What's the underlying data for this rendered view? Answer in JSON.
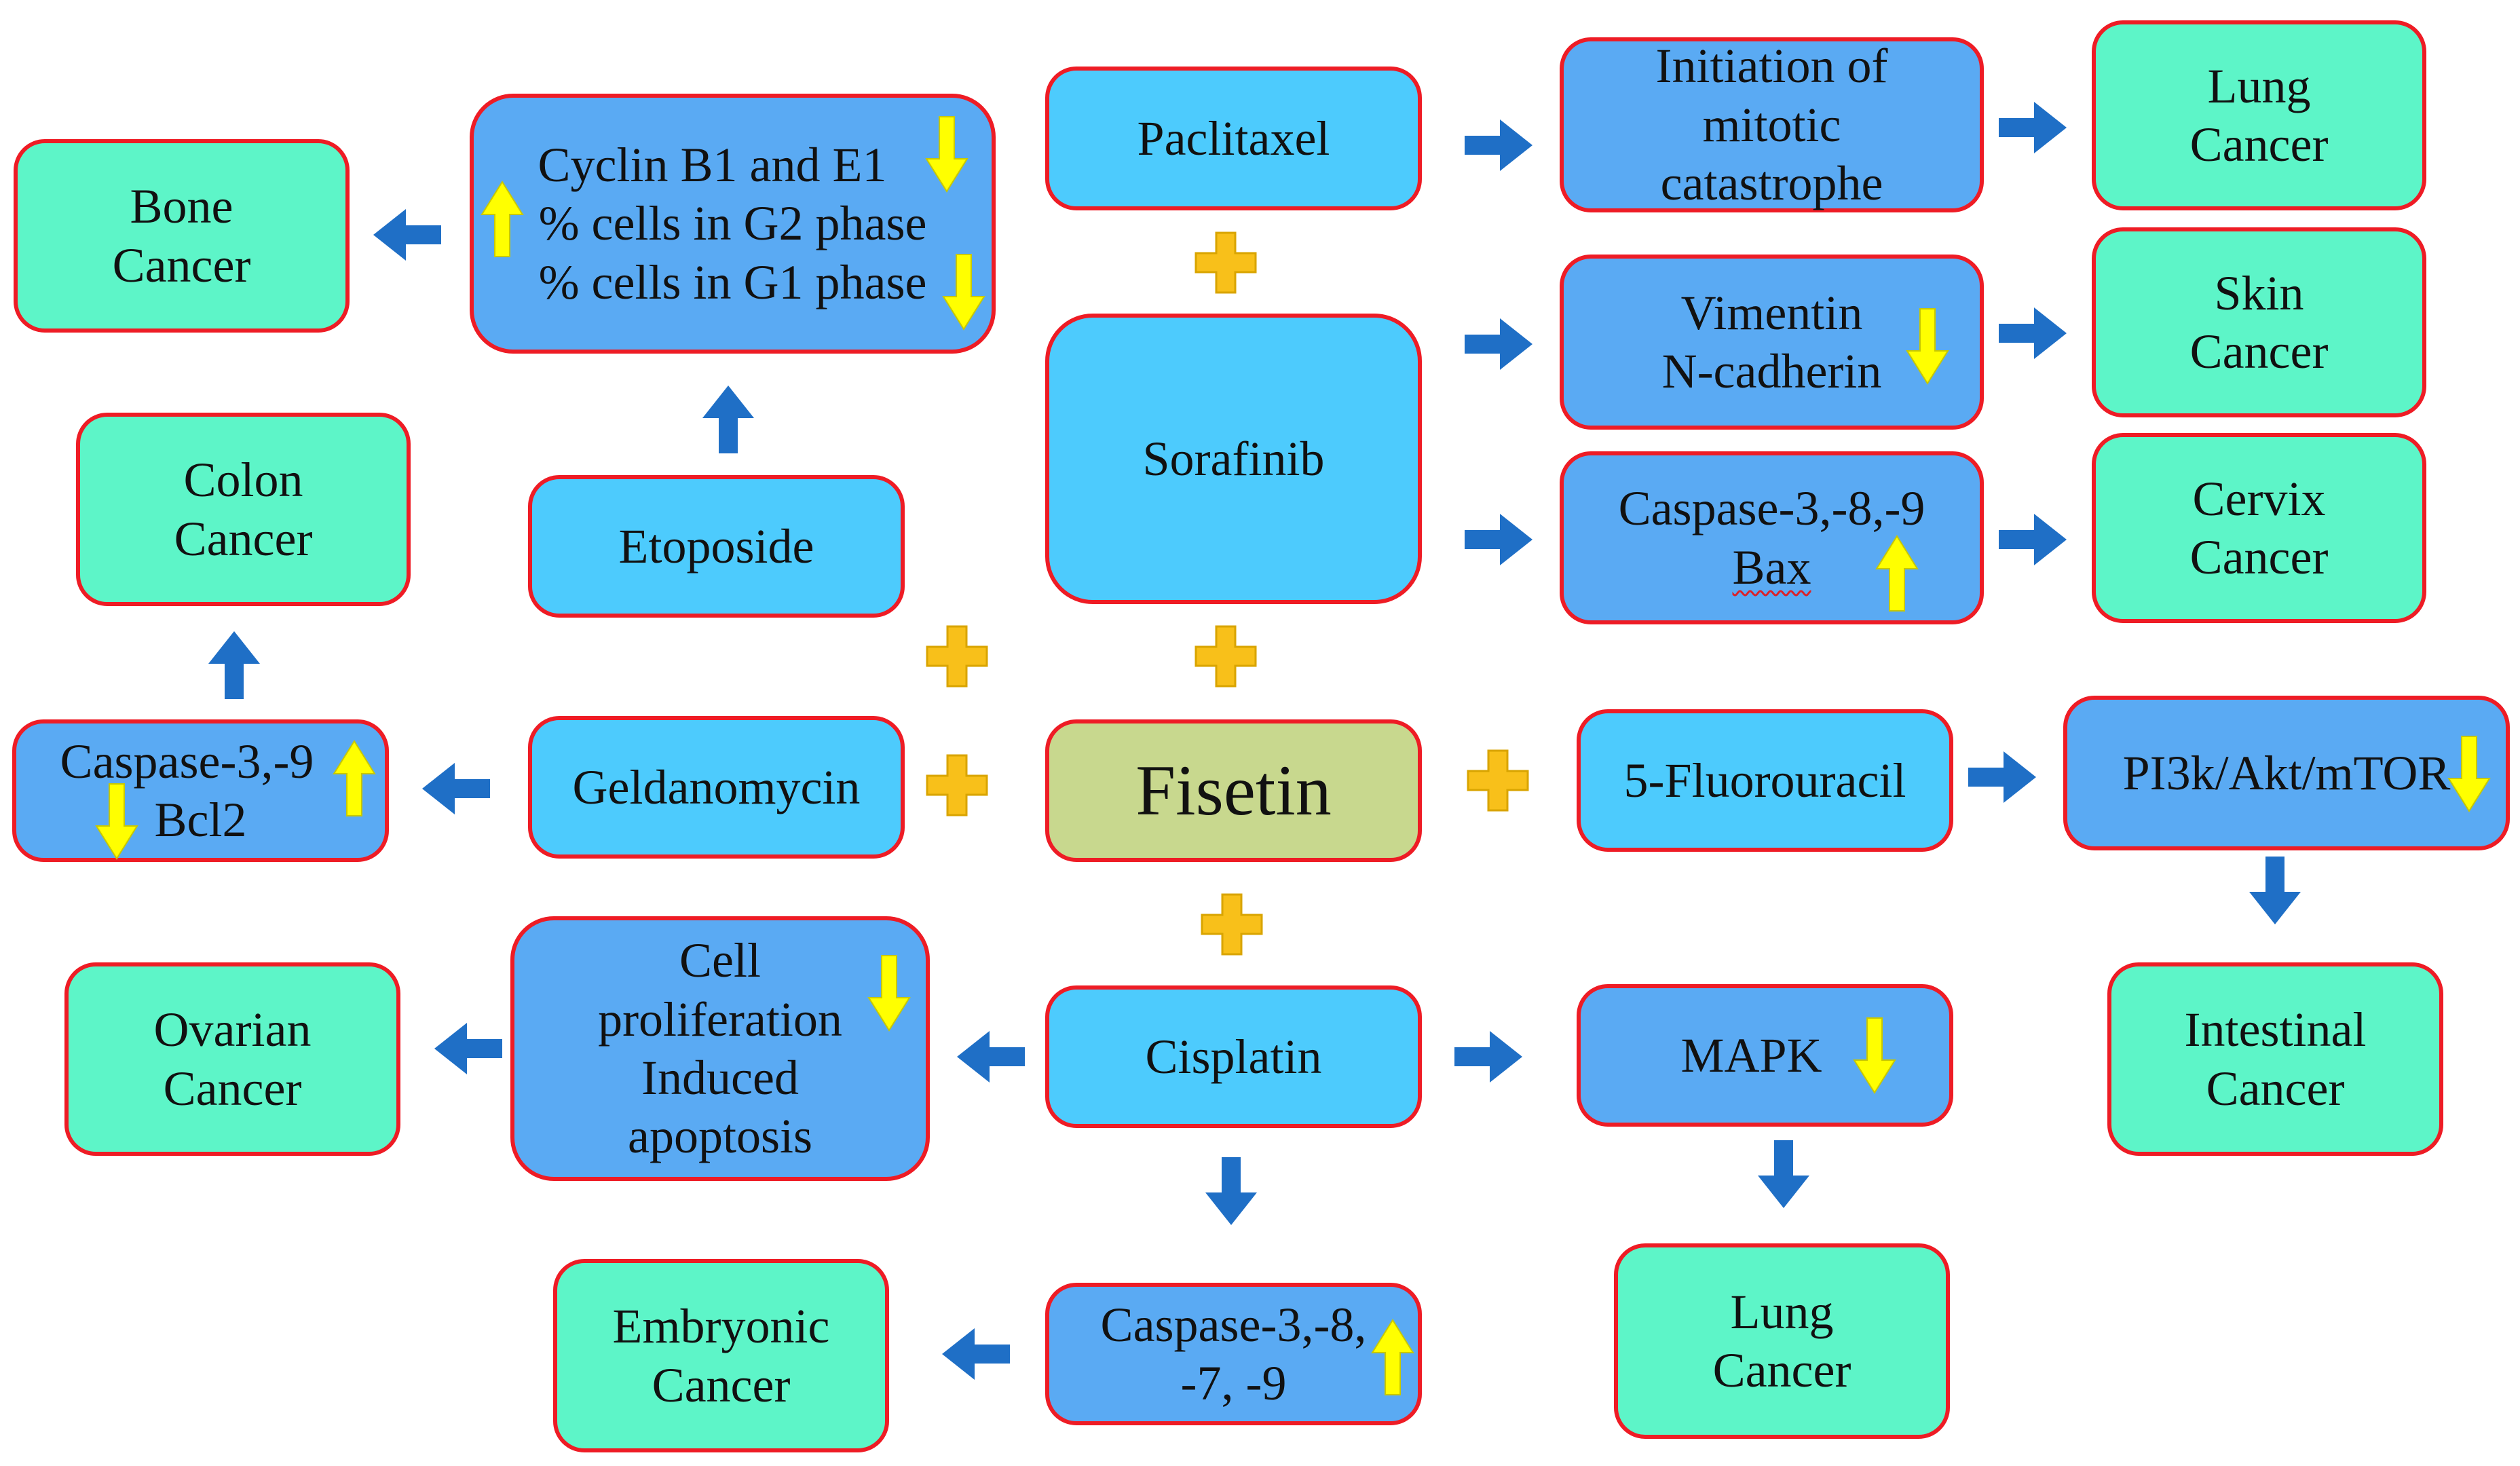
{
  "center": {
    "label": "Fisetin"
  },
  "drugs": {
    "paclitaxel": "Paclitaxel",
    "sorafinib": "Sorafinib",
    "etoposide": "Etoposide",
    "geldanomycin": "Geldanomycin",
    "fluorouracil": "5-Fluorouracil",
    "cisplatin": "Cisplatin"
  },
  "effects": {
    "cyclin": [
      "Cyclin B1 and E1",
      "% cells in G2 phase",
      "% cells in G1 phase"
    ],
    "mitotic": [
      "Initiation of",
      "mitotic",
      "catastrophe"
    ],
    "vimentin": [
      "Vimentin",
      "N-cadherin"
    ],
    "caspase_bax": [
      "Caspase-3,-8,-9",
      "Bax"
    ],
    "caspase_bcl2": [
      "Caspase-3,-9",
      "Bcl2"
    ],
    "pi3k": "PI3k/Akt/mTOR",
    "proliferation": [
      "Cell",
      "proliferation",
      "Induced",
      "apoptosis"
    ],
    "mapk": "MAPK",
    "caspase_cis": [
      "Caspase-3,-8,",
      "-7, -9"
    ]
  },
  "cancers": {
    "bone": [
      "Bone",
      "Cancer"
    ],
    "colon": [
      "Colon",
      "Cancer"
    ],
    "lung_top": [
      "Lung",
      "Cancer"
    ],
    "skin": [
      "Skin",
      "Cancer"
    ],
    "cervix": [
      "Cervix",
      "Cancer"
    ],
    "intestinal": [
      "Intestinal",
      "Cancer"
    ],
    "ovarian": [
      "Ovarian",
      "Cancer"
    ],
    "embryonic": [
      "Embryonic",
      "Cancer"
    ],
    "lung_bottom": [
      "Lung",
      "Cancer"
    ]
  },
  "colors": {
    "border": "#ee1c25",
    "cancer_fill": "#5df5c8",
    "drug_fill": "#4dcbfd",
    "effect_fill": "#5aaaf3",
    "center_fill": "#c8d88e",
    "flow_arrow": "#1f6fc6",
    "regulation_arrow": "#ffff00",
    "plus": "#f8c01a"
  },
  "icons": {
    "up": "up-regulation-arrow-icon",
    "down": "down-regulation-arrow-icon",
    "plus": "plus-icon",
    "flow": "flow-arrow-icon"
  }
}
